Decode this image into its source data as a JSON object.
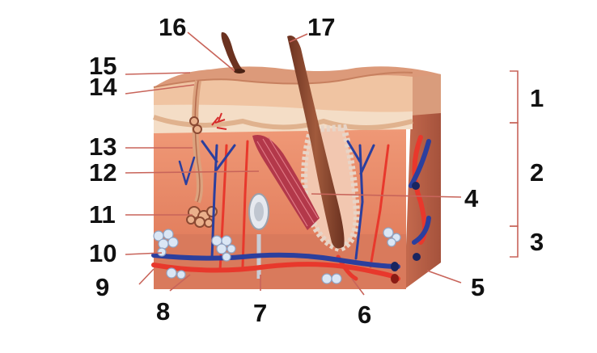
{
  "labels": {
    "n1": "1",
    "n2": "2",
    "n3": "3",
    "n4": "4",
    "n5": "5",
    "n6": "6",
    "n7": "7",
    "n8": "8",
    "n9": "9",
    "n10": "10",
    "n11": "11",
    "n12": "12",
    "n13": "13",
    "n14": "14",
    "n15": "15",
    "n16": "16",
    "n17": "17"
  },
  "colors": {
    "epidermis": "#eebd9a",
    "dermis": "#e88f6e",
    "hypodermis": "#d97a5c",
    "side": "#b95f46",
    "artery": "#e8382c",
    "vein": "#2b3f9e",
    "hair": "#7a3f2a",
    "muscle": "#b3384a",
    "fat": "#d8e4f2",
    "label_line": "#c8645a"
  }
}
